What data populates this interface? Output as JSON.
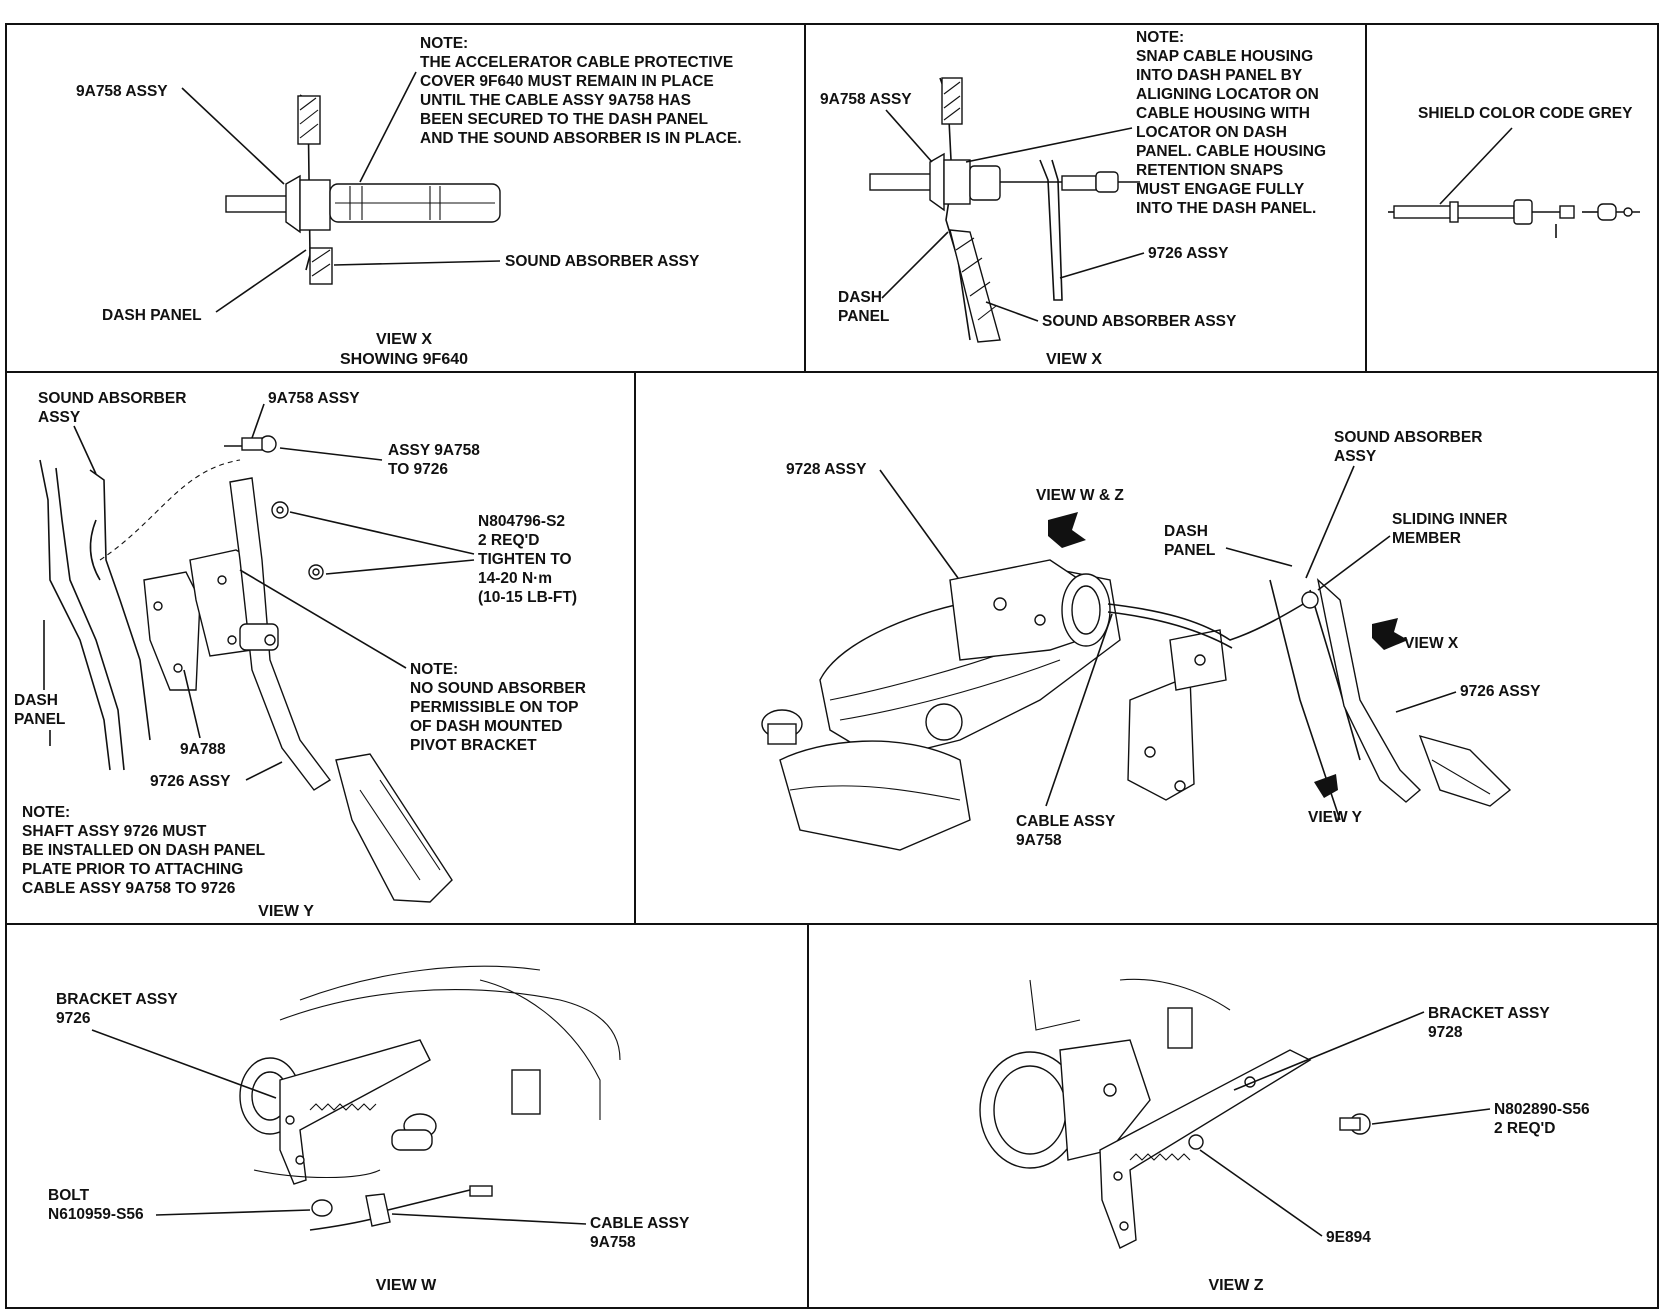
{
  "panels": {
    "p1": {
      "caption": "VIEW X",
      "caption2": "SHOWING 9F640",
      "note": [
        "NOTE:",
        "THE ACCELERATOR CABLE PROTECTIVE",
        "COVER 9F640 MUST REMAIN IN PLACE",
        "UNTIL THE CABLE ASSY 9A758 HAS",
        "BEEN SECURED TO THE DASH PANEL",
        "AND THE SOUND ABSORBER IS IN PLACE."
      ],
      "labels": {
        "cable": "9A758 ASSY",
        "sound": "SOUND ABSORBER ASSY",
        "dash": "DASH PANEL"
      }
    },
    "p2": {
      "caption": "VIEW X",
      "note": [
        "NOTE:",
        "SNAP CABLE HOUSING",
        "INTO DASH PANEL BY",
        "ALIGNING LOCATOR ON",
        "CABLE HOUSING WITH",
        "LOCATOR ON DASH",
        "PANEL. CABLE HOUSING",
        "RETENTION SNAPS",
        "MUST ENGAGE FULLY",
        "INTO THE DASH PANEL."
      ],
      "labels": {
        "cable": "9A758 ASSY",
        "shaft": "9726 ASSY",
        "dash": [
          "DASH",
          "PANEL"
        ],
        "sound": "SOUND ABSORBER ASSY"
      }
    },
    "p3": {
      "label": "SHIELD COLOR CODE GREY"
    },
    "p4": {
      "caption": "VIEW Y",
      "labels": {
        "sound": [
          "SOUND ABSORBER",
          "ASSY"
        ],
        "cable": "9A758 ASSY",
        "assy_to": [
          "ASSY 9A758",
          "TO 9726"
        ],
        "nut": [
          "N804796-S2",
          "2 REQ'D",
          "TIGHTEN TO",
          "14-20 N·m",
          "(10-15 LB-FT)"
        ],
        "note": [
          "NOTE:",
          "NO SOUND ABSORBER",
          "PERMISSIBLE ON TOP",
          "OF DASH MOUNTED",
          "PIVOT BRACKET"
        ],
        "dash": [
          "DASH",
          "PANEL"
        ],
        "bracket": "9A788",
        "shaft": "9726 ASSY"
      },
      "bottom_note": [
        "NOTE:",
        "SHAFT ASSY 9726 MUST",
        "BE INSTALLED ON DASH PANEL",
        "PLATE PRIOR TO ATTACHING",
        "CABLE ASSY 9A758 TO 9726"
      ]
    },
    "p5": {
      "labels": {
        "bracket": "9728 ASSY",
        "view_wz": "VIEW W & Z",
        "sound": [
          "SOUND ABSORBER",
          "ASSY"
        ],
        "dash": [
          "DASH",
          "PANEL"
        ],
        "sliding": [
          "SLIDING INNER",
          "MEMBER"
        ],
        "view_x": "VIEW X",
        "shaft": "9726 ASSY",
        "cable": [
          "CABLE ASSY",
          "9A758"
        ],
        "view_y": "VIEW Y"
      }
    },
    "p6": {
      "caption": "VIEW W",
      "labels": {
        "bracket": [
          "BRACKET ASSY",
          "9726"
        ],
        "bolt": [
          "BOLT",
          "N610959-S56"
        ],
        "cable": [
          "CABLE ASSY",
          "9A758"
        ]
      }
    },
    "p7": {
      "caption": "VIEW Z",
      "labels": {
        "bracket": [
          "BRACKET ASSY",
          "9728"
        ],
        "bolt": [
          "N802890-S56",
          "2 REQ'D"
        ],
        "spring": "9E894"
      }
    }
  }
}
